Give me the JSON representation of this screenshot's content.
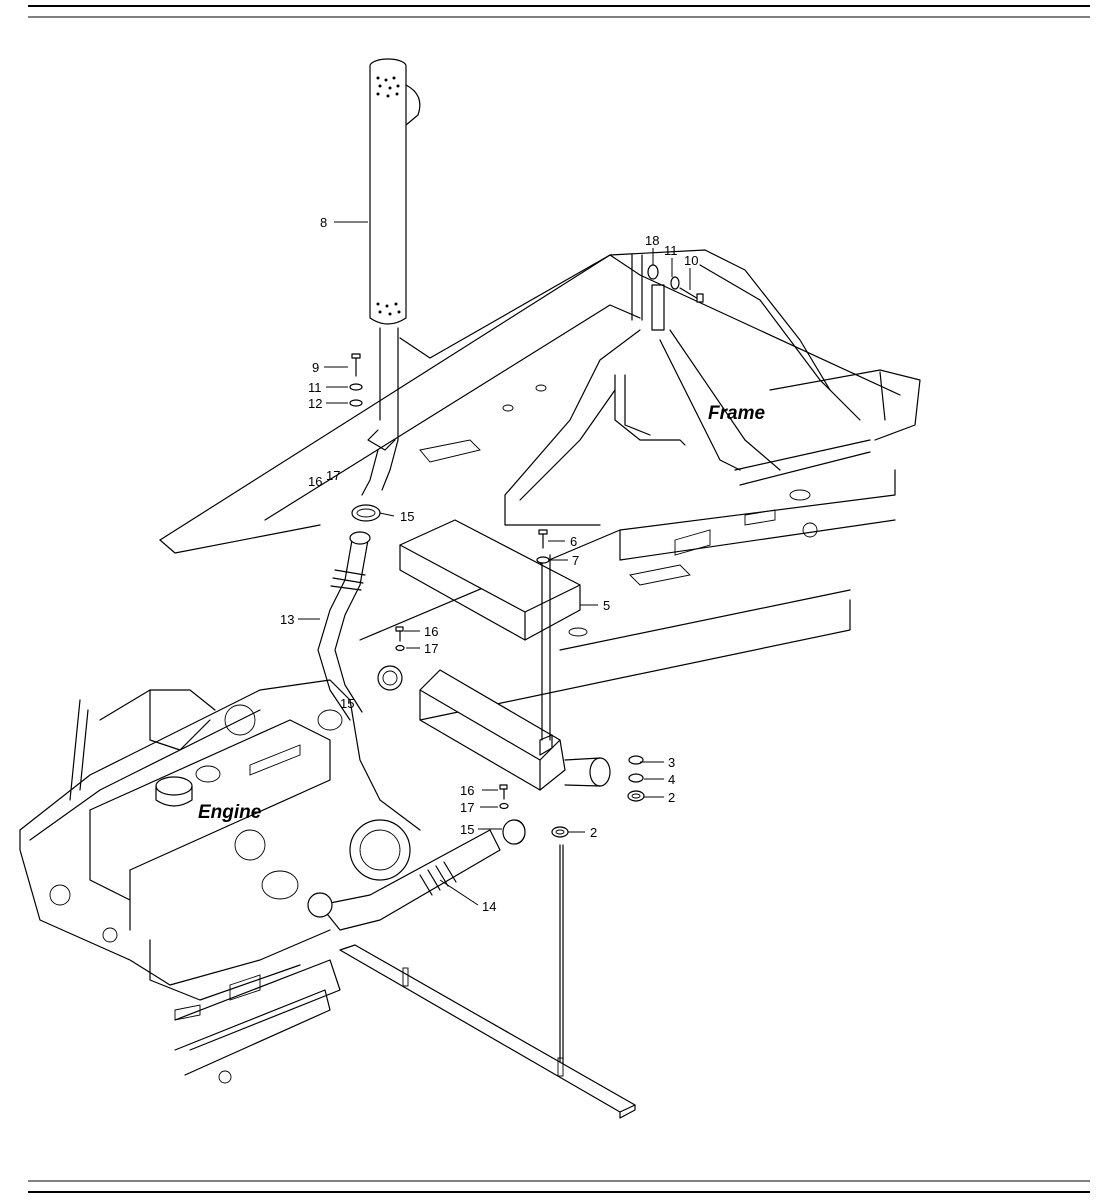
{
  "labels": {
    "frame": "Frame",
    "engine": "Engine"
  },
  "callouts": {
    "c8": "8",
    "c9": "9",
    "c11a": "11",
    "c12": "12",
    "c18": "18",
    "c11b": "11",
    "c10": "10",
    "c16a": "16",
    "c17a": "17",
    "c15a": "15",
    "c6": "6",
    "c7": "7",
    "c5": "5",
    "c13": "13",
    "c16b": "16",
    "c17b": "17",
    "c15b": "15",
    "c3": "3",
    "c4": "4",
    "c2a": "2",
    "c16c": "16",
    "c17c": "17",
    "c15c": "15",
    "c2b": "2",
    "c14": "14"
  }
}
